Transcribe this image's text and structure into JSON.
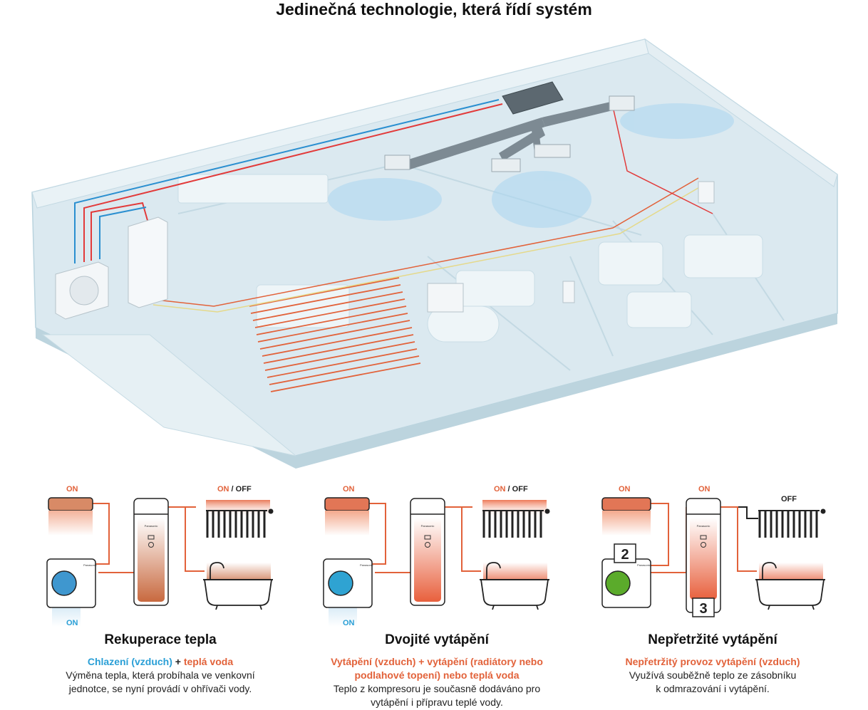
{
  "page": {
    "title": "Jedinečná technologie, která řídí systém"
  },
  "colors": {
    "orange": "#e2623a",
    "blue": "#2a9fd6",
    "green": "#5bab2b",
    "house": "#cfe3ec"
  },
  "panels": [
    {
      "title": "Rekuperace tepla",
      "sub_blue": "Chlazení (vzduch)",
      "sub_plus": " + ",
      "sub_orange": "teplá voda",
      "desc": [
        "Výměna tepla, která probíhala ve venkovní",
        "jednotce, se nyní provádí v ohřívači vody."
      ],
      "labels": {
        "wall_unit": "ON",
        "radiator_on": "ON",
        "radiator_sep": " / ",
        "radiator_off": "OFF",
        "outdoor": "ON"
      },
      "brand": "Panasonic"
    },
    {
      "title": "Dvojité vytápění",
      "sub_lines": [
        "Vytápění (vzduch) + vytápění (radiátory nebo",
        "podlahové topení) nebo teplá voda"
      ],
      "desc": [
        "Teplo z kompresoru je současně dodáváno pro",
        "vytápění i přípravu teplé vody."
      ],
      "labels": {
        "wall_unit": "ON",
        "radiator_on": "ON",
        "radiator_sep": " / ",
        "radiator_off": "OFF",
        "outdoor": "ON"
      },
      "brand": "Panasonic"
    },
    {
      "title": "Nepřetržité vytápění",
      "sub_lines": [
        "Nepřetržitý provoz vytápění (vzduch)"
      ],
      "desc": [
        "Využívá souběžně teplo ze zásobníku",
        "k odmrazování i vytápění."
      ],
      "labels": {
        "wall_unit": "ON",
        "tank": "ON",
        "radiator": "OFF"
      },
      "badges": [
        "2",
        "3"
      ],
      "brand": "Panasonic"
    }
  ]
}
